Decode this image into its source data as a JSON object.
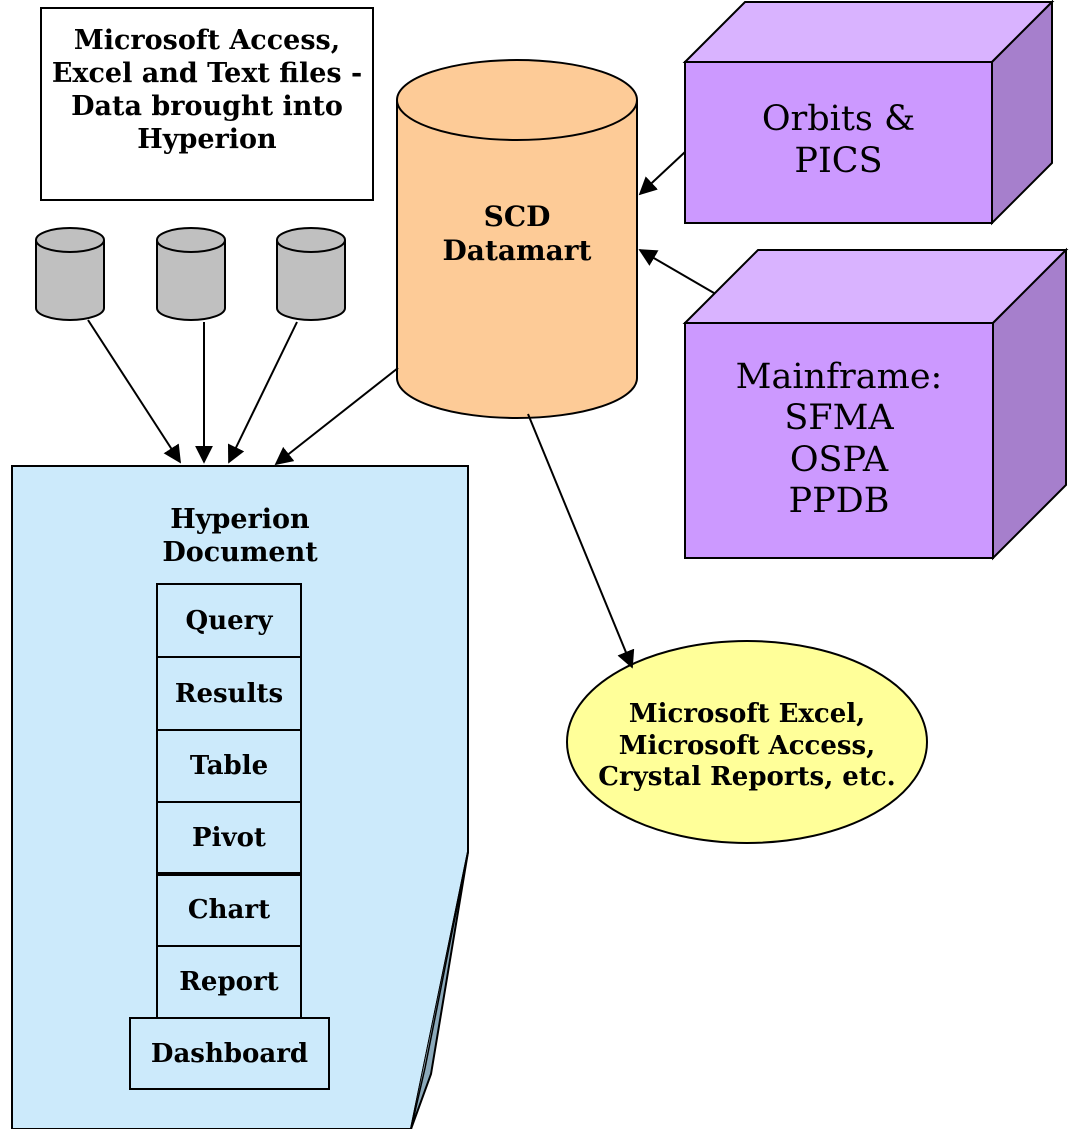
{
  "sources_note": [
    "Microsoft Access,",
    "Excel and Text files -",
    "Data brought into",
    "Hyperion"
  ],
  "datamart": [
    "SCD",
    "Datamart"
  ],
  "orbits": [
    "Orbits &",
    "PICS"
  ],
  "mainframe": [
    "Mainframe:",
    "SFMA",
    "OSPA",
    "PPDB"
  ],
  "hyperion_document": {
    "title": [
      "Hyperion",
      "Document"
    ],
    "tabs": [
      "Query",
      "Results",
      "Table",
      "Pivot",
      "Chart",
      "Report",
      "Dashboard"
    ]
  },
  "outputs": [
    "Microsoft Excel,",
    "Microsoft Access,",
    "Crystal Reports, etc."
  ],
  "colors": {
    "datamart_fill": "#FDCB97",
    "cube_front": "#CC99FF",
    "cube_top": "#D9B3FF",
    "cube_side": "#A67FCC",
    "document_fill": "#CCEAFB",
    "db_fill": "#C0C0C0",
    "outputs_fill": "#FFFF99"
  }
}
